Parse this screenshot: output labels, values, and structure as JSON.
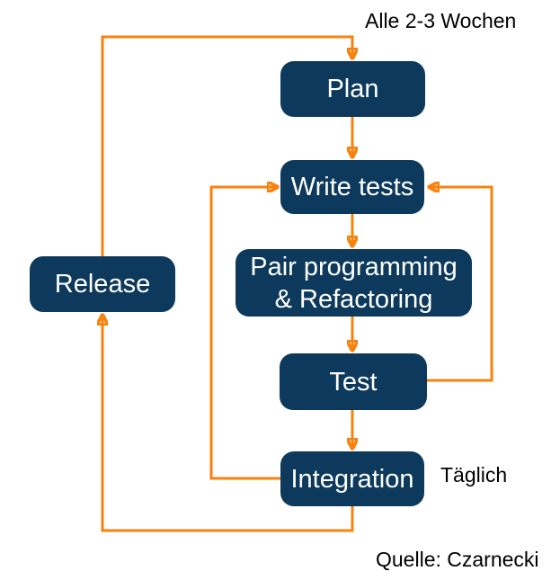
{
  "colors": {
    "background": "#ffffff",
    "node_fill": "#0d3a5c",
    "node_text": "#ffffff",
    "arrow": "#f8820d",
    "label_text": "#000000"
  },
  "nodes": {
    "plan": {
      "label": "Plan"
    },
    "write_tests": {
      "label": "Write tests"
    },
    "pair_programming": {
      "lines": [
        "Pair programming",
        "& Refactoring"
      ]
    },
    "test": {
      "label": "Test"
    },
    "integration": {
      "label": "Integration"
    },
    "release": {
      "label": "Release"
    }
  },
  "labels": {
    "cycle_weeks": "Alle 2-3 Wochen",
    "cycle_daily": "Täglich",
    "source": "Quelle: Czarnecki"
  }
}
